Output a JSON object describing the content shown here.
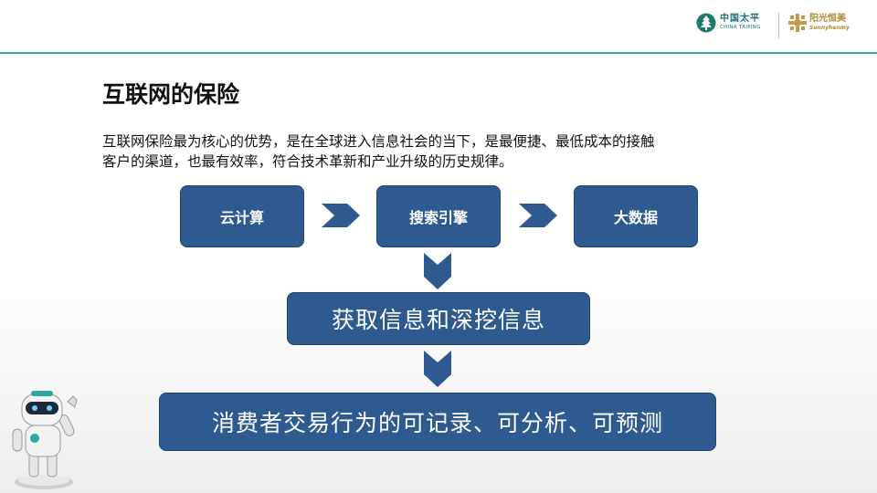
{
  "header": {
    "logo_left_cn": "中国太平",
    "logo_left_en": "CHINA TAIPING",
    "logo_right_cn": "阳光恒美",
    "logo_right_en": "Sunnyhenmy",
    "line_color": "#3aa6a4"
  },
  "slide": {
    "title": "互联网的保险",
    "paragraph_line1": "互联网保险最为核心的优势，是在全球进入信息社会的当下，是最便捷、最低成本的接触",
    "paragraph_line2": "客户的渠道，也最有效率，符合技术革新和产业升级的历史规律。"
  },
  "flow": {
    "step1": "云计算",
    "step2": "搜索引擎",
    "step3": "大数据",
    "middle": "获取信息和深挖信息",
    "bottom": "消费者交易行为的可记录、可分析、可预测",
    "box_color": "#2f5a8f"
  },
  "icons": {
    "right_arrow": "chevron-right-icon",
    "down_arrow": "chevron-down-icon",
    "mascot": "robot-mascot"
  }
}
